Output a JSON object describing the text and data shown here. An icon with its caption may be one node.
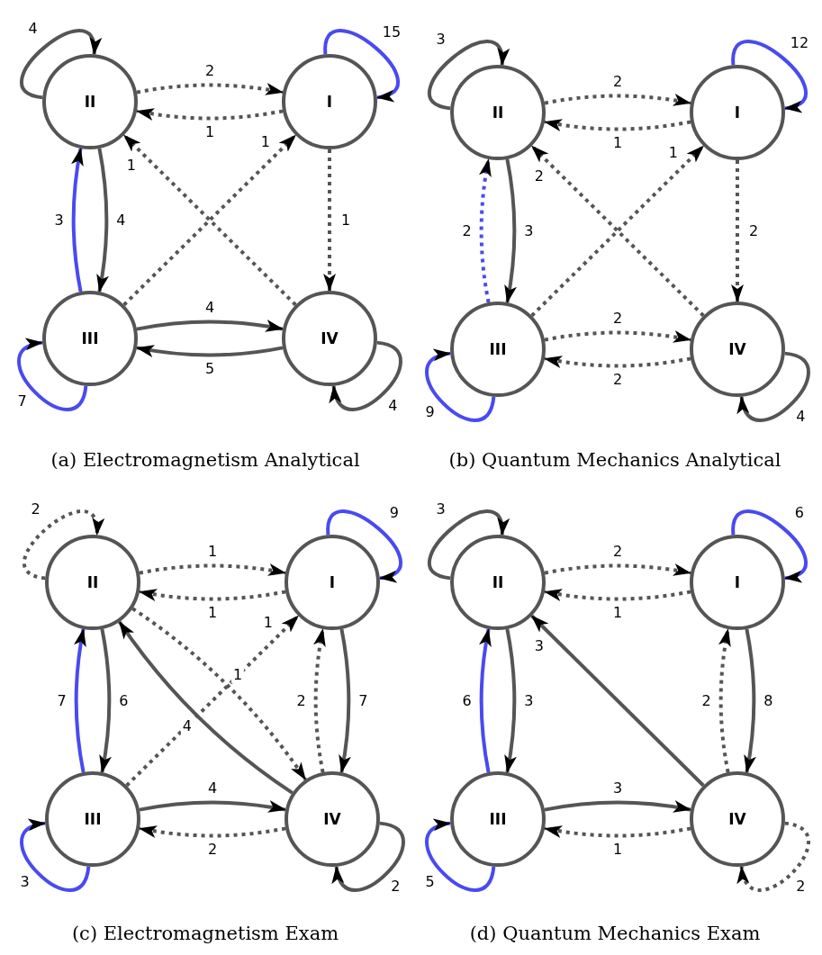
{
  "diagram": {
    "nodes": [
      {
        "text": [
          "II"
        ]
      },
      {
        "text": [
          "I"
        ]
      },
      {
        "text": [
          "III"
        ]
      },
      {
        "text": [
          "IV"
        ]
      },
      {
        "text": [
          "II"
        ]
      },
      {
        "text": [
          "I"
        ]
      },
      {
        "text": [
          "III"
        ]
      },
      {
        "text": [
          "IV"
        ]
      },
      {
        "text": [
          "II"
        ]
      },
      {
        "text": [
          "I"
        ]
      },
      {
        "text": [
          "III"
        ]
      },
      {
        "text": [
          "IV"
        ]
      },
      {
        "text": [
          "II"
        ]
      },
      {
        "text": [
          "I"
        ]
      },
      {
        "text": [
          "III"
        ]
      },
      {
        "text": [
          "IV"
        ]
      }
    ],
    "edges": [
      {
        "from": 0,
        "to": 0,
        "arrow": "to",
        "label": "4"
      },
      {
        "from": 1,
        "to": 1,
        "arrow": "to",
        "label": "15",
        "color": "#4a4af0"
      },
      {
        "from": 0,
        "to": 1,
        "arrow": "to",
        "label": "2",
        "style": "dashed"
      },
      {
        "from": 1,
        "to": 0,
        "arrow": "to",
        "label": "1",
        "style": "dashed"
      },
      {
        "from": 2,
        "to": 1,
        "arrow": "to",
        "label": "1",
        "style": "dashed"
      },
      {
        "from": 3,
        "to": 0,
        "arrow": "to",
        "label": "1",
        "style": "dashed"
      },
      {
        "from": 1,
        "to": 3,
        "arrow": "to",
        "label": "1",
        "style": "dashed"
      },
      {
        "from": 2,
        "to": 0,
        "arrow": "to",
        "label": "3",
        "color": "#4a4af0"
      },
      {
        "from": 0,
        "to": 2,
        "arrow": "to",
        "label": "4"
      },
      {
        "from": 2,
        "to": 3,
        "arrow": "to",
        "label": "4"
      },
      {
        "from": 3,
        "to": 2,
        "arrow": "to",
        "label": "5"
      },
      {
        "from": 2,
        "to": 2,
        "arrow": "to",
        "label": "7",
        "color": "#4a4af0"
      },
      {
        "from": 3,
        "to": 3,
        "arrow": "to",
        "label": "4"
      },
      {
        "from": 4,
        "to": 4,
        "arrow": "to",
        "label": "3"
      },
      {
        "from": 5,
        "to": 5,
        "arrow": "to",
        "label": "12",
        "color": "#4a4af0"
      },
      {
        "from": 4,
        "to": 5,
        "arrow": "to",
        "label": "2",
        "style": "dashed"
      },
      {
        "from": 5,
        "to": 4,
        "arrow": "to",
        "label": "1",
        "style": "dashed"
      },
      {
        "from": 6,
        "to": 5,
        "arrow": "to",
        "label": "1",
        "style": "dashed"
      },
      {
        "from": 7,
        "to": 4,
        "arrow": "to",
        "label": "2",
        "style": "dashed"
      },
      {
        "from": 5,
        "to": 7,
        "arrow": "to",
        "label": "2",
        "style": "dashed"
      },
      {
        "from": 6,
        "to": 4,
        "arrow": "to",
        "label": "2",
        "style": "dashed",
        "color": "#4a4af0"
      },
      {
        "from": 4,
        "to": 6,
        "arrow": "to",
        "label": "3"
      },
      {
        "from": 6,
        "to": 7,
        "arrow": "to",
        "label": "2",
        "style": "dashed"
      },
      {
        "from": 7,
        "to": 6,
        "arrow": "to",
        "label": "2",
        "style": "dashed"
      },
      {
        "from": 6,
        "to": 6,
        "arrow": "to",
        "label": "9",
        "color": "#4a4af0"
      },
      {
        "from": 7,
        "to": 7,
        "arrow": "to",
        "label": "4"
      },
      {
        "from": 8,
        "to": 8,
        "arrow": "to",
        "label": "2",
        "style": "dashed"
      },
      {
        "from": 9,
        "to": 9,
        "arrow": "to",
        "label": "9",
        "color": "#4a4af0"
      },
      {
        "from": 8,
        "to": 9,
        "arrow": "to",
        "label": "1",
        "style": "dashed"
      },
      {
        "from": 9,
        "to": 8,
        "arrow": "to",
        "label": "1",
        "style": "dashed"
      },
      {
        "from": 10,
        "to": 9,
        "arrow": "to",
        "label": "1",
        "style": "dashed"
      },
      {
        "from": 8,
        "to": 11,
        "arrow": "to",
        "label": "1",
        "style": "dashed"
      },
      {
        "from": 11,
        "to": 8,
        "arrow": "to",
        "label": "4"
      },
      {
        "from": 11,
        "to": 9,
        "arrow": "to",
        "label": "2",
        "style": "dashed"
      },
      {
        "from": 9,
        "to": 11,
        "arrow": "to",
        "label": "7"
      },
      {
        "from": 10,
        "to": 8,
        "arrow": "to",
        "label": "7",
        "color": "#4a4af0"
      },
      {
        "from": 8,
        "to": 10,
        "arrow": "to",
        "label": "6"
      },
      {
        "from": 10,
        "to": 11,
        "arrow": "to",
        "label": "4"
      },
      {
        "from": 11,
        "to": 10,
        "arrow": "to",
        "label": "2",
        "style": "dashed"
      },
      {
        "from": 10,
        "to": 10,
        "arrow": "to",
        "label": "3",
        "color": "#4a4af0"
      },
      {
        "from": 11,
        "to": 11,
        "arrow": "to",
        "label": "2"
      },
      {
        "from": 12,
        "to": 12,
        "arrow": "to",
        "label": "3"
      },
      {
        "from": 13,
        "to": 13,
        "arrow": "to",
        "label": "6",
        "color": "#4a4af0"
      },
      {
        "from": 12,
        "to": 13,
        "arrow": "to",
        "label": "2",
        "style": "dashed"
      },
      {
        "from": 13,
        "to": 12,
        "arrow": "to",
        "label": "1",
        "style": "dashed"
      },
      {
        "from": 15,
        "to": 12,
        "arrow": "to",
        "label": "3"
      },
      {
        "from": 15,
        "to": 13,
        "arrow": "to",
        "label": "2",
        "style": "dashed"
      },
      {
        "from": 13,
        "to": 15,
        "arrow": "to",
        "label": "8"
      },
      {
        "from": 14,
        "to": 12,
        "arrow": "to",
        "label": "6",
        "color": "#4a4af0"
      },
      {
        "from": 12,
        "to": 14,
        "arrow": "to",
        "label": "3"
      },
      {
        "from": 14,
        "to": 15,
        "arrow": "to",
        "label": "3"
      },
      {
        "from": 15,
        "to": 14,
        "arrow": "to",
        "label": "1",
        "style": "dashed"
      },
      {
        "from": 14,
        "to": 14,
        "arrow": "to",
        "label": "5",
        "color": "#4a4af0"
      },
      {
        "from": 15,
        "to": 15,
        "arrow": "to",
        "label": "2",
        "style": "dashed"
      }
    ],
    "labels": [
      "(a) Electromagnetism Analytical",
      "(b) Quantum Mechanics Analytical",
      "(c) Electromagnetism Exam",
      "(d) Quantum Mechanics Exam"
    ]
  }
}
